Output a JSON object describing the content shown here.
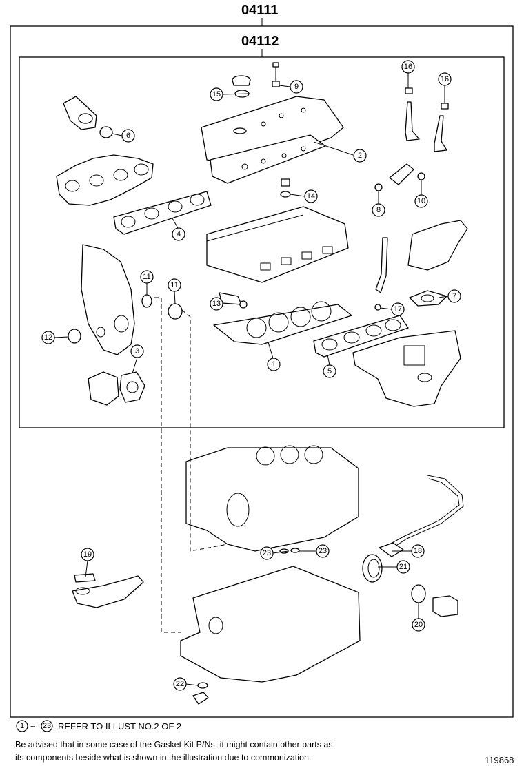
{
  "kits": {
    "outer_code": "04111",
    "inner_code": "04112"
  },
  "callouts": [
    {
      "id": "c1",
      "num": "1"
    },
    {
      "id": "c2",
      "num": "2"
    },
    {
      "id": "c3",
      "num": "3"
    },
    {
      "id": "c4",
      "num": "4"
    },
    {
      "id": "c5",
      "num": "5"
    },
    {
      "id": "c6",
      "num": "6"
    },
    {
      "id": "c7",
      "num": "7"
    },
    {
      "id": "c8",
      "num": "8"
    },
    {
      "id": "c9",
      "num": "9"
    },
    {
      "id": "c10",
      "num": "10"
    },
    {
      "id": "c11a",
      "num": "11"
    },
    {
      "id": "c11b",
      "num": "11"
    },
    {
      "id": "c12",
      "num": "12"
    },
    {
      "id": "c13",
      "num": "13"
    },
    {
      "id": "c14",
      "num": "14"
    },
    {
      "id": "c15",
      "num": "15"
    },
    {
      "id": "c16a",
      "num": "16"
    },
    {
      "id": "c16b",
      "num": "16"
    },
    {
      "id": "c17",
      "num": "17"
    },
    {
      "id": "c18",
      "num": "18"
    },
    {
      "id": "c19",
      "num": "19"
    },
    {
      "id": "c20",
      "num": "20"
    },
    {
      "id": "c21",
      "num": "21"
    },
    {
      "id": "c22",
      "num": "22"
    },
    {
      "id": "c23a",
      "num": "23"
    },
    {
      "id": "c23b",
      "num": "23"
    }
  ],
  "legend": {
    "from_num": "1",
    "tilde": "~",
    "to_num": "23",
    "text": "REFER TO ILLUST NO.2 OF 2"
  },
  "note": {
    "line1": "Be advised that in some case of the Gasket Kit P/Ns,  it might contain other parts as",
    "line2": "its components beside what is shown in the illustration due to commonization."
  },
  "illustration_ref": "119868"
}
